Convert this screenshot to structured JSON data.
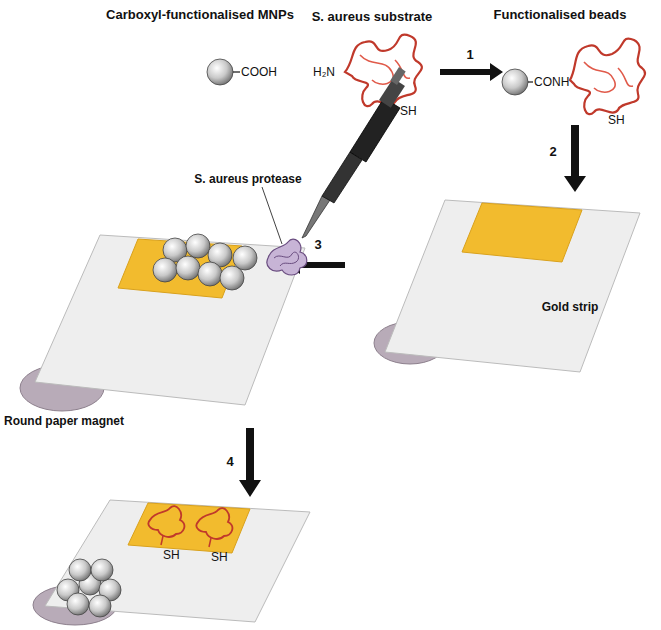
{
  "diagram": {
    "labels": [
      "Carboxyl-functionalised MNPs",
      "S. aureus substrate",
      "Functionalised beads",
      "1",
      "COOH",
      "H₂N",
      "SH",
      "CONH",
      "SH",
      "2",
      "S. aureus protease",
      "3",
      "Gold strip",
      "Round paper magnet",
      "4",
      "SH",
      "SH"
    ]
  }
}
